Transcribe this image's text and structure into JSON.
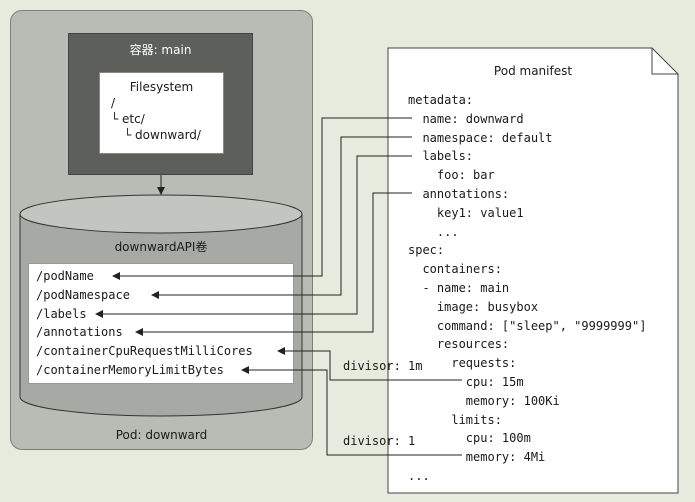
{
  "pod": {
    "label": "Pod: downward"
  },
  "container": {
    "label": "容器: main"
  },
  "filesystem": {
    "title": "Filesystem",
    "root": "/",
    "etc": "└ etc/",
    "downward": "└ downward/"
  },
  "volume": {
    "label": "downwardAPI卷",
    "files": [
      "/podName",
      "/podNamespace",
      "/labels",
      "/annotations",
      "/containerCpuRequestMilliCores",
      "/containerMemoryLimitBytes"
    ]
  },
  "manifest": {
    "title": "Pod manifest",
    "lines": [
      "metadata:",
      "  name: downward",
      "  namespace: default",
      "  labels:",
      "    foo: bar",
      "  annotations:",
      "    key1: value1",
      "    ...",
      "spec:",
      "  containers:",
      "  - name: main",
      "    image: busybox",
      "    command: [\"sleep\", \"9999999\"]",
      "    resources:",
      "      requests:",
      "        cpu: 15m",
      "        memory: 100Ki",
      "      limits:",
      "        cpu: 100m",
      "        memory: 4Mi",
      "..."
    ]
  },
  "divisors": {
    "cpu": "divisor: 1m",
    "memory": "divisor: 1"
  },
  "colors": {
    "background": "#e6ebde",
    "pod": "#b9bcb5",
    "container": "#5d5f5b",
    "cylinder": "#a7aaa4"
  }
}
